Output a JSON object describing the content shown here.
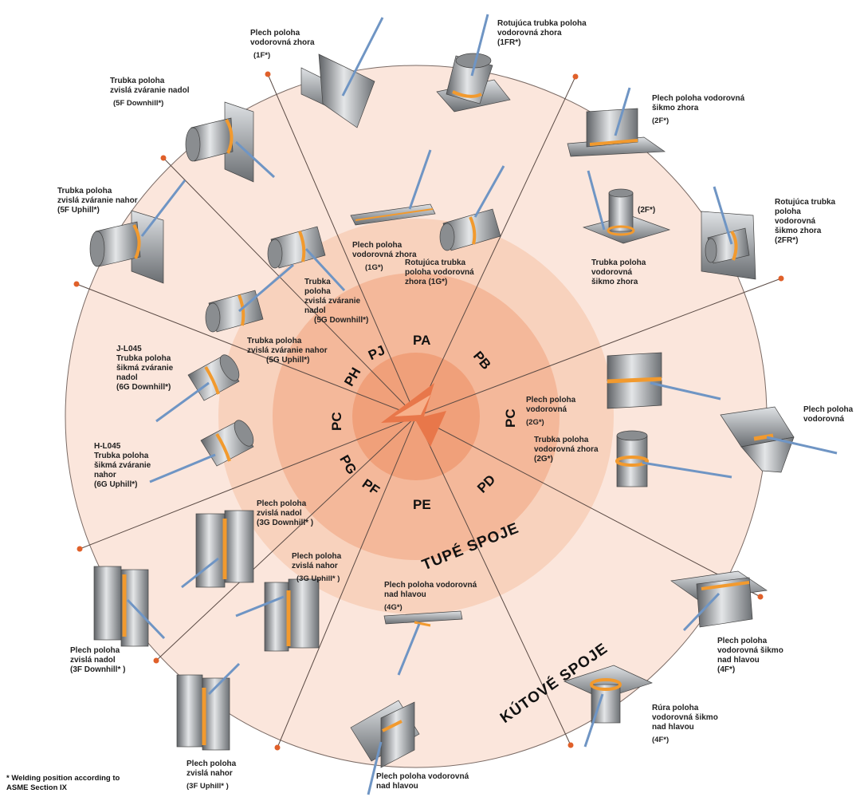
{
  "codes": {
    "pa": "PA",
    "pb": "PB",
    "pc_right": "PC",
    "pd": "PD",
    "pe": "PE",
    "pf": "PF",
    "pg": "PG",
    "pc_left": "PC",
    "ph": "PH",
    "pj": "PJ"
  },
  "sections": {
    "butt": "TUPÉ SPOJE",
    "fillet": "KÚTOVÉ SPOJE"
  },
  "labels": {
    "l1f": {
      "title": "Plech poloha\nvodorovná zhora",
      "code": "(1F*)"
    },
    "l1fr": {
      "title": "Rotujúca trubka poloha\nvodorovná zhora",
      "code": "(1FR*)"
    },
    "l2f_top": {
      "title": "Plech poloha vodorovná\nšikmo zhora",
      "code": "(2F*)"
    },
    "l2fr": {
      "title": "Rotujúca trubka\npoloha\nvodorovná\nšikmo zhora",
      "code": "(2FR*)"
    },
    "l2f_pipe_code": "(2F*)",
    "l2f_pipe": "Trubka poloha\nvodorovná\nšikmo zhora",
    "l5f_down": {
      "title": "Trubka poloha\nzvislá  zváranie nadol",
      "code": "(5F Downhill*)"
    },
    "l5f_up": {
      "title": "Trubka poloha\nzvislá  zváranie nahor",
      "code": "(5F Uphill*)"
    },
    "l1g_plate": {
      "title": "Plech poloha\nvodorovná zhora",
      "code": "(1G*)"
    },
    "l1g_rot": "Rotujúca trubka\npoloha vodorovná\nzhora (1G*)",
    "l5g_down": {
      "title": "Trubka\npoloha\nzvislá  zváranie\nnadol",
      "code": "(5G Downhill*)"
    },
    "l5g_up": {
      "title": "Trubka poloha\nzvislá  zváranie nahor",
      "code": "(5G Uphill*)"
    },
    "l6g_down": {
      "title": "J-L045\nTrubka poloha\nšikmá zváranie\nnadol",
      "code": "(6G Downhill*)"
    },
    "l6g_up": {
      "title": "H-L045\nTrubka poloha\nšikmá zváranie\nnahor",
      "code": "(6G Uphill*)"
    },
    "l2g_plate": {
      "title": "Plech poloha\nvodorovná",
      "code": "(2G*)"
    },
    "l2g_pipe": {
      "title": "Trubka poloha\nvodorovná zhora",
      "code": "(2G*)"
    },
    "l_plate_h": "Plech poloha\nvodorovná",
    "l3g_down": {
      "title": "Plech poloha\nzvislá nadol",
      "code": "(3G Downhill* )"
    },
    "l3g_up": {
      "title": "Plech poloha\nzvislá nahor",
      "code": "(3G Uphill* )"
    },
    "l4g": {
      "title": "Plech poloha vodorovná\nnad hlavou",
      "code": "(4G*)"
    },
    "l4f_plate": {
      "title": "Plech poloha\nvodorovná šikmo\nnad hlavou",
      "code": "(4F*)"
    },
    "l4f_pipe": {
      "title": "Rúra poloha\nvodorovná šikmo\nnad hlavou",
      "code": "(4F*)"
    },
    "l3f_down": "Plech poloha\nzvislá nadol\n(3F Downhill* )",
    "l3f_up": {
      "title": "Plech poloha\nzvislá nahor",
      "code": "(3F Uphill* )"
    },
    "l_over_bottom": "Plech poloha vodorovná\nnad hlavou"
  },
  "footnote": "* Welding position according to\nASME Section IX",
  "colors": {
    "outer": "#fbe6dc",
    "middle": "#f8d2bd",
    "inner": "#f4b89a",
    "core": "#f0a07a",
    "weld": "#f29a2e",
    "logo": "#e8774a",
    "dot": "#e0602a",
    "spoke": "#5a4a44",
    "rod": "#6f95c4"
  }
}
